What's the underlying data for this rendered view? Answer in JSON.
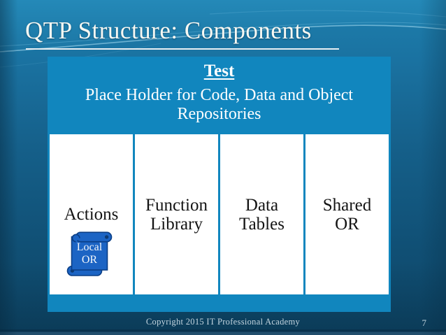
{
  "slide": {
    "title": "QTP Structure: Components",
    "footer_copyright": "Copyright 2015 IT Professional Academy",
    "page_number": "7"
  },
  "diagram": {
    "header": {
      "title": "Test",
      "subtitle": "Place Holder for Code, Data and Object Repositories"
    },
    "columns": [
      {
        "label": "Actions"
      },
      {
        "label": "Function Library"
      },
      {
        "label": "Data Tables"
      },
      {
        "label": "Shared OR"
      }
    ],
    "local_or": {
      "line1": "Local",
      "line2": "OR"
    }
  },
  "colors": {
    "table_accent_blue": "#1186be",
    "cell_background": "#ffffff",
    "scroll_fill": "#1c64c4",
    "scroll_stroke": "#0a3e86",
    "background_top": "#1e7fad",
    "background_bottom": "#0e4869",
    "title_text": "#f7f8f3",
    "footer_text": "#c3d5df"
  }
}
